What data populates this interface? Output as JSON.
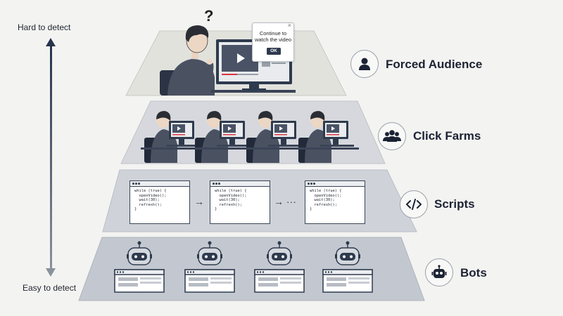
{
  "axis": {
    "top_label": "Hard to detect",
    "bottom_label": "Easy to detect"
  },
  "tiers": [
    {
      "label": "Forced Audience",
      "icon": "person-icon"
    },
    {
      "label": "Click Farms",
      "icon": "group-icon"
    },
    {
      "label": "Scripts",
      "icon": "code-icon"
    },
    {
      "label": "Bots",
      "icon": "robot-icon"
    }
  ],
  "popup": {
    "message_line1": "Continue to",
    "message_line2": "watch the video",
    "ok_label": "OK",
    "close_glyph": "×"
  },
  "question_mark": "?",
  "script_code": "while (true) {\n  openVideo();\n  wait(30);\n  refresh();\n}",
  "arrows": {
    "first": "→",
    "second": "→ ···"
  },
  "colors": {
    "tier_top": "#e2e2dd",
    "tier_mid": "#d2d5db",
    "tier_bottom": "#c3c8d0",
    "accent_dark": "#2e3a4d",
    "progress_red": "#d9363e"
  }
}
